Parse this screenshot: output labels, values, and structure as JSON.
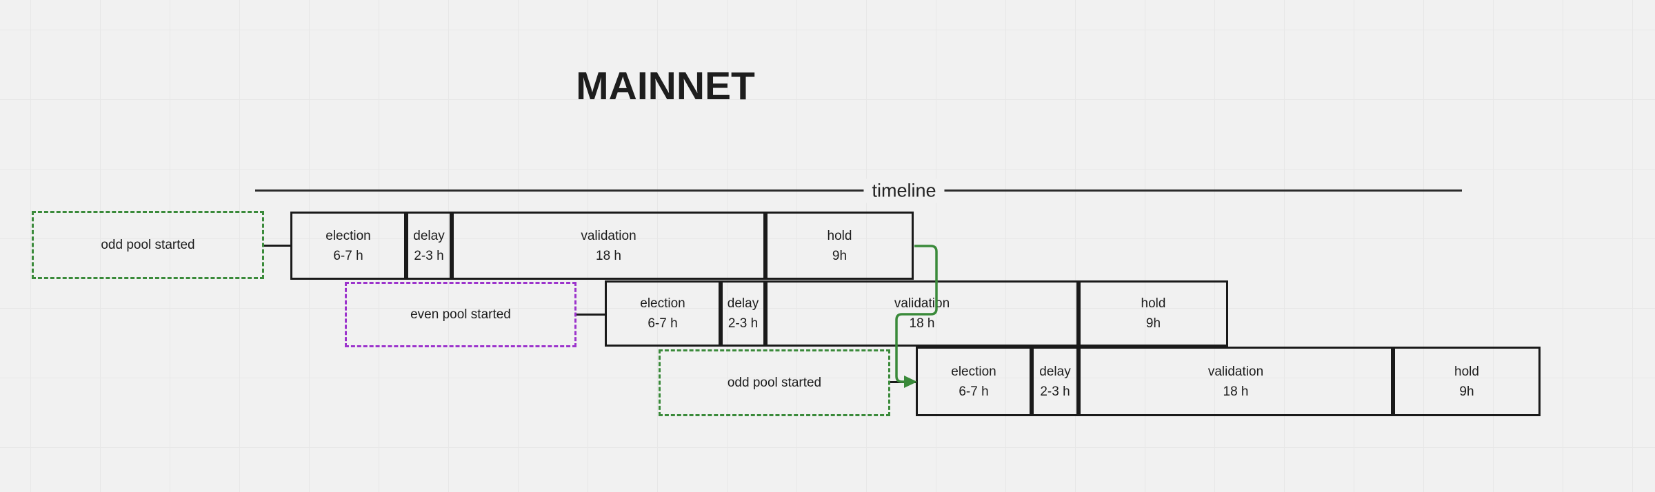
{
  "title": "MAINNET",
  "timeline": {
    "label": "timeline"
  },
  "colors": {
    "background": "#f1f1f1",
    "grid_line": "#e7e7e7",
    "box_border": "#1a1a1a",
    "odd_pool_green": "#3a8a3a",
    "even_pool_purple": "#9c33cc",
    "flow_arrow_green": "#3a8a3a"
  },
  "rows": [
    {
      "pool_label": "odd pool started",
      "pool_style": "green-dashed",
      "phases": [
        {
          "name": "election",
          "duration": "6-7 h"
        },
        {
          "name": "delay",
          "duration": "2-3 h"
        },
        {
          "name": "validation",
          "duration": "18 h"
        },
        {
          "name": "hold",
          "duration": "9h"
        }
      ]
    },
    {
      "pool_label": "even pool started",
      "pool_style": "purple-dashed",
      "phases": [
        {
          "name": "election",
          "duration": "6-7 h"
        },
        {
          "name": "delay",
          "duration": "2-3 h"
        },
        {
          "name": "validation",
          "duration": "18 h"
        },
        {
          "name": "hold",
          "duration": "9h"
        }
      ]
    },
    {
      "pool_label": "odd pool started",
      "pool_style": "green-dashed",
      "phases": [
        {
          "name": "election",
          "duration": "6-7 h"
        },
        {
          "name": "delay",
          "duration": "2-3 h"
        },
        {
          "name": "validation",
          "duration": "18 h"
        },
        {
          "name": "hold",
          "duration": "9h"
        }
      ]
    }
  ]
}
